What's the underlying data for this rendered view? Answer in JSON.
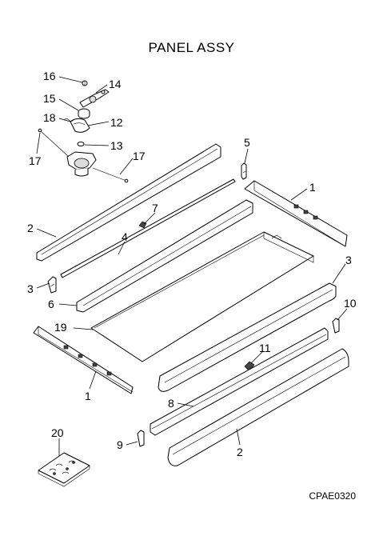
{
  "diagram": {
    "title": "PANEL ASSY",
    "code": "CPAE0320",
    "callouts": [
      {
        "id": "c16",
        "label": "16"
      },
      {
        "id": "c14",
        "label": "14"
      },
      {
        "id": "c15",
        "label": "15"
      },
      {
        "id": "c18",
        "label": "18"
      },
      {
        "id": "c12",
        "label": "12"
      },
      {
        "id": "c13",
        "label": "13"
      },
      {
        "id": "c17a",
        "label": "17"
      },
      {
        "id": "c17b",
        "label": "17"
      },
      {
        "id": "c5",
        "label": "5"
      },
      {
        "id": "c1a",
        "label": "1"
      },
      {
        "id": "c7",
        "label": "7"
      },
      {
        "id": "c2a",
        "label": "2"
      },
      {
        "id": "c4",
        "label": "4"
      },
      {
        "id": "c3a",
        "label": "3"
      },
      {
        "id": "c6",
        "label": "6"
      },
      {
        "id": "c3b",
        "label": "3"
      },
      {
        "id": "c10",
        "label": "10"
      },
      {
        "id": "c19",
        "label": "19"
      },
      {
        "id": "c11",
        "label": "11"
      },
      {
        "id": "c1b",
        "label": "1"
      },
      {
        "id": "c8",
        "label": "8"
      },
      {
        "id": "c20",
        "label": "20"
      },
      {
        "id": "c9",
        "label": "9"
      },
      {
        "id": "c2b",
        "label": "2"
      }
    ]
  }
}
